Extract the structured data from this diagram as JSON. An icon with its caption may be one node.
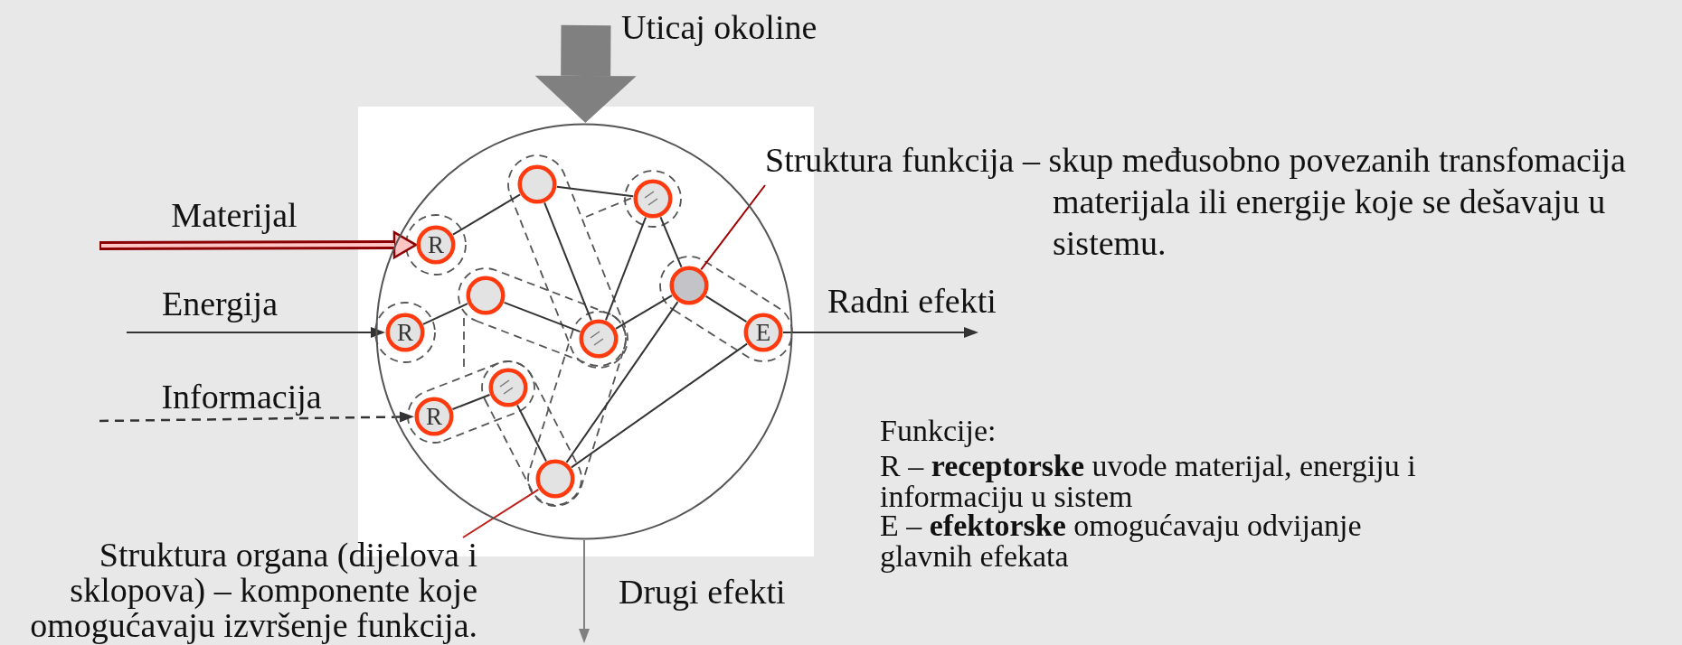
{
  "diagram": {
    "nodes": [
      {
        "text": [],
        "shape": "circle"
      },
      {
        "text": [],
        "shape": "circle",
        "in": 0
      },
      {
        "text": [],
        "shape": "circle",
        "in": 0
      },
      {
        "text": [
          "R"
        ],
        "in": 0
      },
      {
        "text": [],
        "shape": "circle",
        "in": 0
      },
      {
        "text": [],
        "shape": "circle",
        "in": 0
      },
      {
        "text": [
          "R"
        ],
        "in": 0
      },
      {
        "text": [],
        "shape": "circle",
        "in": 0
      },
      {
        "text": [
          "E"
        ],
        "in": 0
      },
      {
        "text": [],
        "shape": "circle",
        "in": 0
      },
      {
        "text": [
          "R"
        ],
        "in": 0
      },
      {
        "text": [],
        "shape": "circle",
        "in": 0
      },
      {
        "text": [
          "Struktura funkcija – skup međusobno povezanih transfomacija materijala ili energije koje se dešavaju u sistemu."
        ]
      },
      {
        "text": [
          "Struktura organa (dijelova i sklopova) – komponente koje omogućavaju izvršenje funkcija."
        ]
      }
    ],
    "edges": [
      {
        "from": 3,
        "to": 1,
        "arrow": "none"
      },
      {
        "from": 1,
        "to": 2,
        "arrow": "none"
      },
      {
        "from": 1,
        "to": 7,
        "arrow": "none"
      },
      {
        "from": 2,
        "to": 7,
        "arrow": "none"
      },
      {
        "from": 2,
        "to": 4,
        "arrow": "none"
      },
      {
        "from": 6,
        "to": 5,
        "arrow": "none"
      },
      {
        "from": 5,
        "to": 7,
        "arrow": "none"
      },
      {
        "from": 7,
        "to": 4,
        "arrow": "none"
      },
      {
        "from": 4,
        "to": 8,
        "arrow": "none"
      },
      {
        "from": 10,
        "to": 9,
        "arrow": "none"
      },
      {
        "from": 9,
        "to": 11,
        "arrow": "none"
      },
      {
        "from": 11,
        "to": 4,
        "arrow": "none"
      },
      {
        "from": 11,
        "to": 8,
        "arrow": "none"
      },
      {
        "from": null,
        "to": 3,
        "arrow": "to",
        "label": "Materijal",
        "style": "thick",
        "color": "#8b0000"
      },
      {
        "from": null,
        "to": 6,
        "arrow": "to",
        "label": "Energija"
      },
      {
        "from": null,
        "to": 10,
        "arrow": "to",
        "label": "Informacija",
        "style": "dashed"
      },
      {
        "from": 8,
        "to": null,
        "arrow": "to",
        "label": "Radni efekti"
      },
      {
        "from": null,
        "to": 0,
        "arrow": "to",
        "label": "Uticaj okoline",
        "style": "thick",
        "color": "#808080"
      },
      {
        "from": 0,
        "to": null,
        "arrow": "to",
        "label": "Drugi efekti",
        "color": "#808080"
      },
      {
        "from": 12,
        "to": 4,
        "arrow": "none",
        "color": "#a00000"
      },
      {
        "from": 13,
        "to": 11,
        "arrow": "none",
        "color": "#c0201a"
      }
    ],
    "labels": [
      "Funkcije:",
      "R – **receptorske** uvode materijal, energiju i informaciju u sistem",
      "E – **efektorske** omogućavaju odvijanje glavnih efekata"
    ]
  }
}
